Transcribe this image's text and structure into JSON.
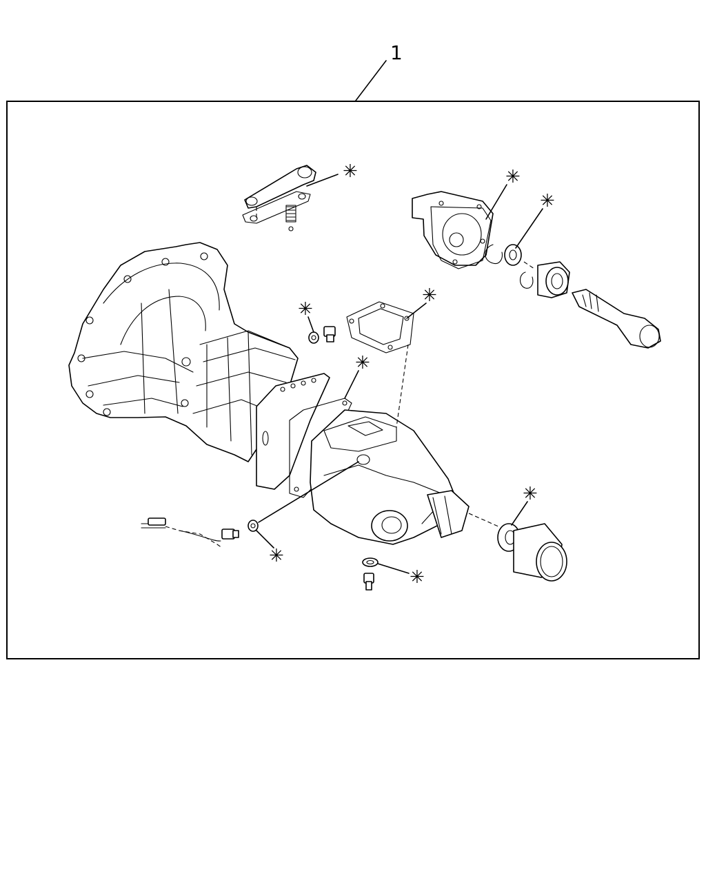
{
  "diagram": {
    "assembly_label": "1",
    "callout_marker": "✳",
    "callouts": [
      {
        "id": "shift-lever-gasket"
      },
      {
        "id": "extension-gasket"
      },
      {
        "id": "extension-bearing"
      },
      {
        "id": "washer-left"
      },
      {
        "id": "cover-gasket"
      },
      {
        "id": "adapter-gasket"
      },
      {
        "id": "rear-bearing"
      },
      {
        "id": "sensor-washer"
      },
      {
        "id": "drain-washer"
      }
    ]
  }
}
